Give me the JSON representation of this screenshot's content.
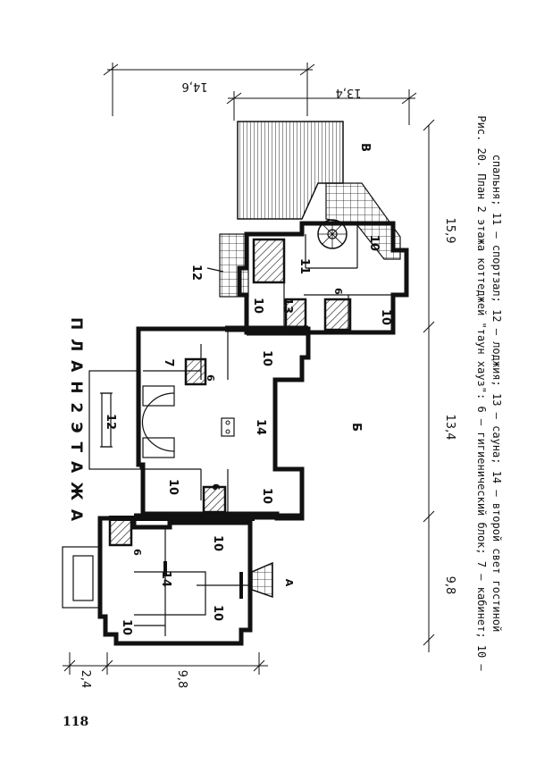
{
  "page_number": "118",
  "plan_title": "П Л А Н   2   Э Т А Ж А",
  "caption": {
    "line1": "Рис. 20. План 2 этажа коттеджей \"таун хауз\": 6 – гигиенический блок; 7 – кабинет; 10 –",
    "line2": "спальня; 11 – спортзал; 12 – лоджия; 13 – сауна; 14 – второй свет гостиной"
  },
  "section_labels": {
    "a": "А",
    "b": "Б",
    "v": "В"
  },
  "dimensions": {
    "top_outer": "14,6",
    "top_inner": "13,4",
    "left_outer": "2,4",
    "left_inner": "9,8",
    "bottom_a": "9,8",
    "bottom_b": "13,4",
    "bottom_c": "15,9"
  },
  "rooms": {
    "r10": "10",
    "r14": "14",
    "r6": "6",
    "r7": "7",
    "r11": "11",
    "r12": "12",
    "r13": "13"
  }
}
